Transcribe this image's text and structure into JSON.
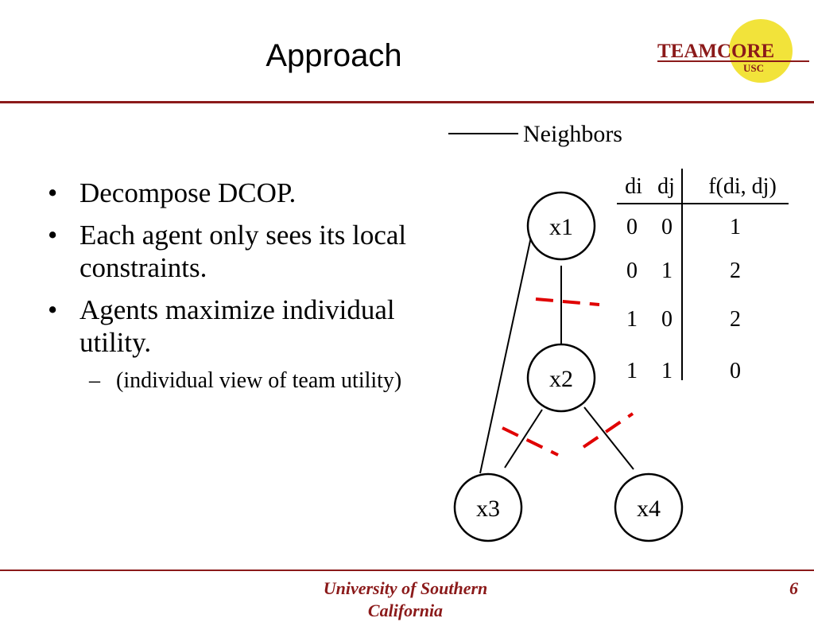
{
  "slide": {
    "title": "Approach",
    "page_number": "6"
  },
  "logo": {
    "main": "TEAMCORE",
    "sub": "USC",
    "colors": {
      "text": "#8b1a1a",
      "circle": "#f2e33a"
    }
  },
  "bullets": [
    {
      "text": "Decompose DCOP."
    },
    {
      "text": "Each agent only sees its local constraints."
    },
    {
      "text": "Agents maximize individual utility.",
      "sub": [
        "(individual view of team utility)"
      ]
    }
  ],
  "diagram": {
    "legend_label": "Neighbors",
    "nodes": [
      "x1",
      "x2",
      "x3",
      "x4"
    ],
    "table": {
      "headers": [
        "di",
        "dj",
        "f(di, dj)"
      ],
      "rows": [
        [
          "0",
          "0",
          "1"
        ],
        [
          "0",
          "1",
          "2"
        ],
        [
          "1",
          "0",
          "2"
        ],
        [
          "1",
          "1",
          "0"
        ]
      ]
    },
    "cut_color": "#e00000"
  },
  "footer": {
    "institution": "University of Southern California"
  },
  "colors": {
    "rule": "#8b1a1a"
  }
}
